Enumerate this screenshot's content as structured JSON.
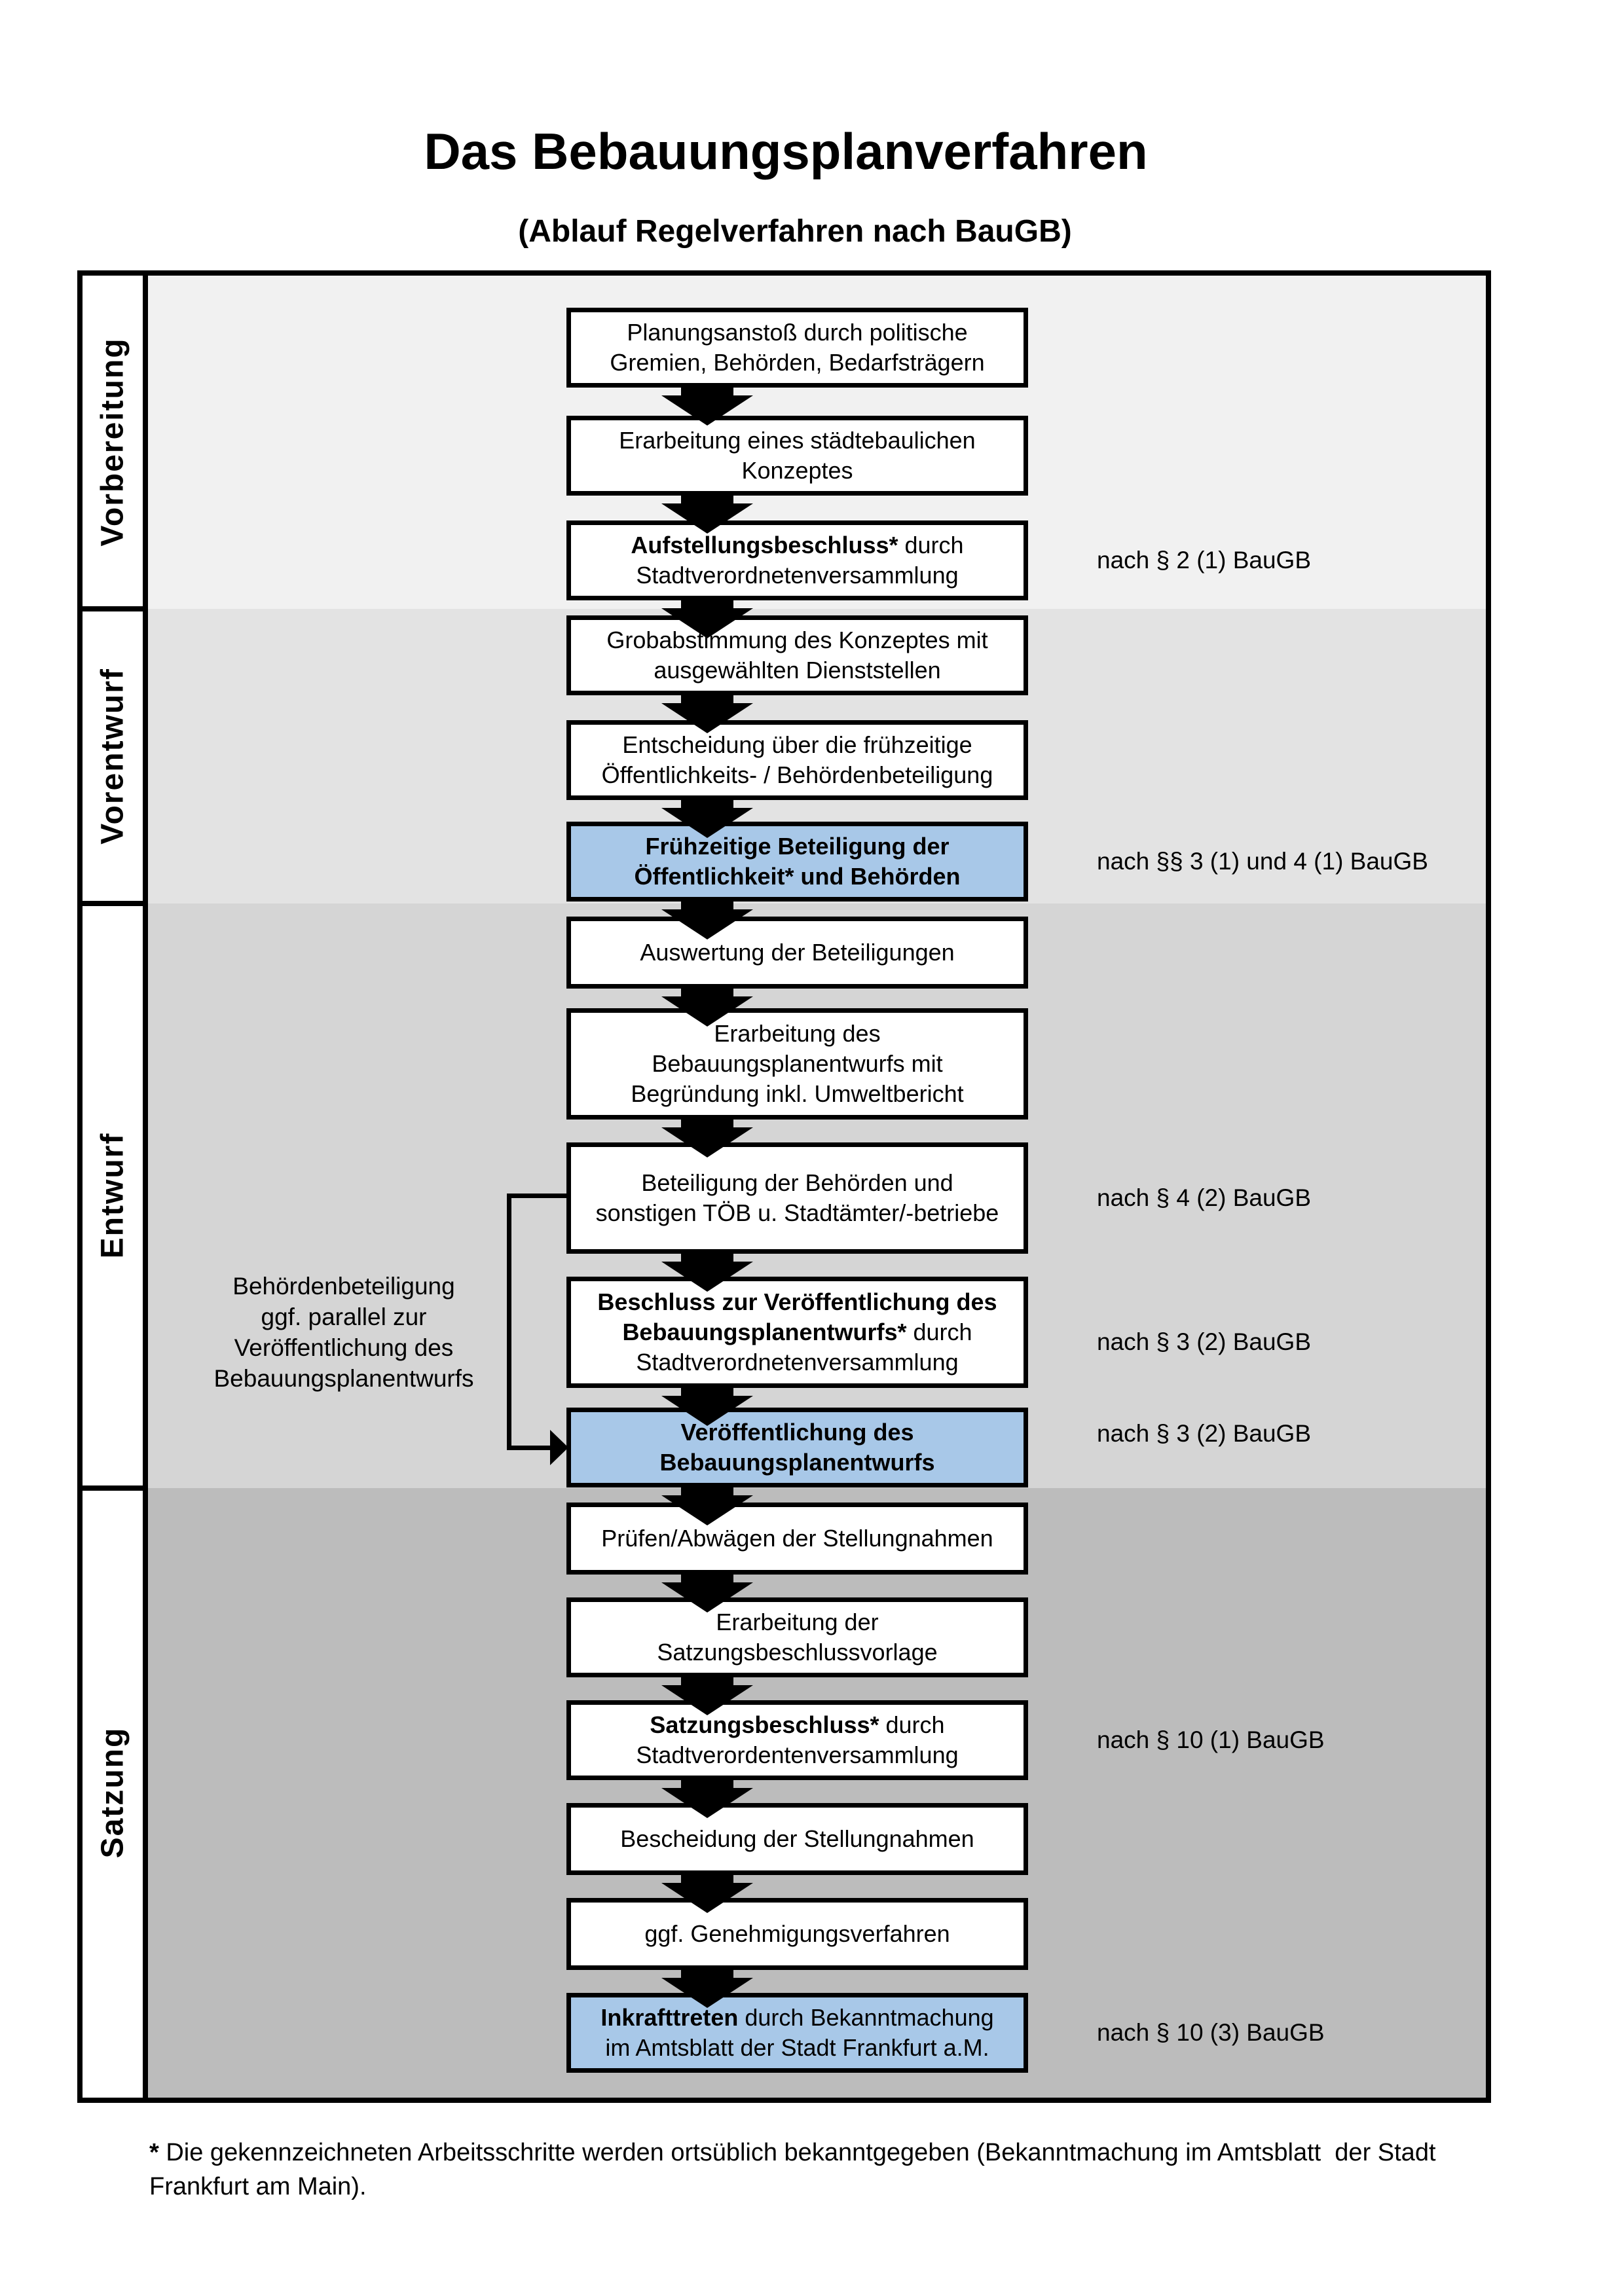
{
  "title": "Das Bebauungsplanverfahren",
  "subtitle": "(Ablauf Regelverfahren nach BauGB)",
  "colors": {
    "highlight_box": "#a8c8e8",
    "band_vorbereitung": "#f1f1f1",
    "band_vorentwurf": "#e3e3e3",
    "band_entwurf": "#d5d5d5",
    "band_satzung": "#bcbcbc",
    "box_border": "#000000"
  },
  "phases": [
    {
      "label": "Vorbereitung"
    },
    {
      "label": "Vorentwurf"
    },
    {
      "label": "Entwurf"
    },
    {
      "label": "Satzung"
    }
  ],
  "flow": {
    "boxes": [
      {
        "highlight": false,
        "lines": [
          [
            {
              "t": "Planungsanstoß durch politische",
              "b": false
            }
          ],
          [
            {
              "t": "Gremien, Behörden, Bedarfsträgern",
              "b": false
            }
          ]
        ]
      },
      {
        "highlight": false,
        "lines": [
          [
            {
              "t": "Erarbeitung eines städtebaulichen",
              "b": false
            }
          ],
          [
            {
              "t": "Konzeptes",
              "b": false
            }
          ]
        ]
      },
      {
        "highlight": false,
        "lines": [
          [
            {
              "t": "Aufstellungsbeschluss*",
              "b": true
            },
            {
              "t": " durch",
              "b": false
            }
          ],
          [
            {
              "t": "Stadtverordnetenversammlung",
              "b": false
            }
          ]
        ]
      },
      {
        "highlight": false,
        "lines": [
          [
            {
              "t": "Grobabstimmung des Konzeptes mit",
              "b": false
            }
          ],
          [
            {
              "t": "ausgewählten Dienststellen",
              "b": false
            }
          ]
        ]
      },
      {
        "highlight": false,
        "lines": [
          [
            {
              "t": "Entscheidung über die frühzeitige",
              "b": false
            }
          ],
          [
            {
              "t": "Öffentlichkeits- / Behördenbeteiligung",
              "b": false
            }
          ]
        ]
      },
      {
        "highlight": true,
        "lines": [
          [
            {
              "t": "Frühzeitige Beteiligung der",
              "b": true
            }
          ],
          [
            {
              "t": "Öffentlichkeit* und Behörden",
              "b": true
            }
          ]
        ]
      },
      {
        "highlight": false,
        "lines": [
          [
            {
              "t": "Auswertung der Beteiligungen",
              "b": false
            }
          ]
        ]
      },
      {
        "highlight": false,
        "lines": [
          [
            {
              "t": "Erarbeitung des",
              "b": false
            }
          ],
          [
            {
              "t": "Bebauungsplanentwurfs mit",
              "b": false
            }
          ],
          [
            {
              "t": "Begründung inkl. Umweltbericht",
              "b": false
            }
          ]
        ]
      },
      {
        "highlight": false,
        "lines": [
          [
            {
              "t": "Beteiligung der Behörden und",
              "b": false
            }
          ],
          [
            {
              "t": "sonstigen TÖB u. Stadtämter/-betriebe",
              "b": false
            }
          ]
        ]
      },
      {
        "highlight": false,
        "lines": [
          [
            {
              "t": "Beschluss zur Veröffentlichung des",
              "b": true
            }
          ],
          [
            {
              "t": "Bebauungsplanentwurfs*",
              "b": true
            },
            {
              "t": " durch",
              "b": false
            }
          ],
          [
            {
              "t": "Stadtverordnetenversammlung",
              "b": false
            }
          ]
        ]
      },
      {
        "highlight": true,
        "lines": [
          [
            {
              "t": "Veröffentlichung des",
              "b": true
            }
          ],
          [
            {
              "t": "Bebauungsplanentwurfs",
              "b": true
            }
          ]
        ]
      },
      {
        "highlight": false,
        "lines": [
          [
            {
              "t": "Prüfen/Abwägen der Stellungnahmen",
              "b": false
            }
          ]
        ]
      },
      {
        "highlight": false,
        "lines": [
          [
            {
              "t": "Erarbeitung der",
              "b": false
            }
          ],
          [
            {
              "t": "Satzungsbeschlussvorlage",
              "b": false
            }
          ]
        ]
      },
      {
        "highlight": false,
        "lines": [
          [
            {
              "t": "Satzungsbeschluss*",
              "b": true
            },
            {
              "t": " durch",
              "b": false
            }
          ],
          [
            {
              "t": "Stadtverordentenversammlung",
              "b": false
            }
          ]
        ]
      },
      {
        "highlight": false,
        "lines": [
          [
            {
              "t": "Bescheidung der Stellungnahmen",
              "b": false
            }
          ]
        ]
      },
      {
        "highlight": false,
        "lines": [
          [
            {
              "t": "ggf. Genehmigungsverfahren",
              "b": false
            }
          ]
        ]
      },
      {
        "highlight": true,
        "lines": [
          [
            {
              "t": "Inkrafttreten",
              "b": true
            },
            {
              "t": " durch Bekanntmachung",
              "b": false
            }
          ],
          [
            {
              "t": "im Amtsblatt der Stadt Frankfurt a.M.",
              "b": false
            }
          ]
        ]
      }
    ],
    "annotations": [
      {
        "text": "nach § 2 (1) BauGB"
      },
      {
        "text": "nach §§ 3 (1) und 4 (1) BauGB"
      },
      {
        "text": "nach § 4 (2) BauGB"
      },
      {
        "text": "nach § 3 (2) BauGB"
      },
      {
        "text": "nach § 3 (2) BauGB"
      },
      {
        "text": "nach § 10 (1) BauGB"
      },
      {
        "text": "nach § 10 (3) BauGB"
      }
    ],
    "side_note": {
      "lines": [
        "Behördenbeteiligung",
        "ggf. parallel zur",
        "Veröffentlichung des",
        "Bebauungsplanentwurfs"
      ]
    }
  },
  "footnote": {
    "lines": [
      [
        {
          "t": "* ",
          "b": true
        },
        {
          "t": "Die gekennzeichneten Arbeitsschritte werden ortsüblich bekanntgegeben (Bekanntmachung im Amtsblatt  der Stadt",
          "b": false
        }
      ],
      [
        {
          "t": "Frankfurt am Main).",
          "b": false
        }
      ]
    ]
  }
}
